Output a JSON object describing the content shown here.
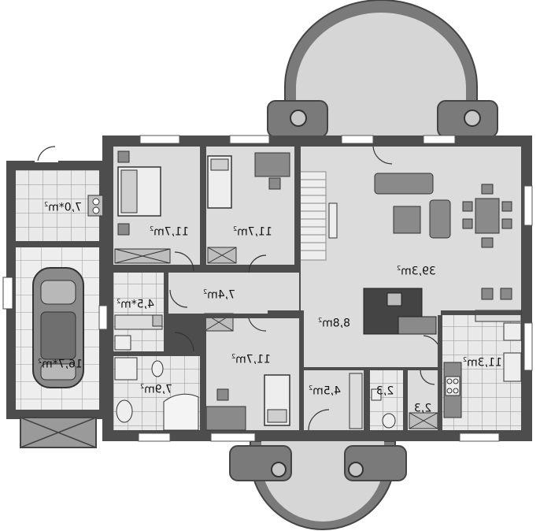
{
  "plan": {
    "mirrored": true,
    "colors": {
      "wall": "#4d4d4d",
      "floor": "#dcdcdc",
      "tile": "#e9e9e9",
      "grout": "#8f8f8f",
      "furniture": "#8a8a8a",
      "terrace": "#7a7a7a",
      "window": "#ffffff"
    },
    "rooms": [
      {
        "id": "utility",
        "area": "7,0*m",
        "unit_sup": "2"
      },
      {
        "id": "garage",
        "area": "16,7*m",
        "unit_sup": "2"
      },
      {
        "id": "bedroom-1",
        "area": "11,7m",
        "unit_sup": "2"
      },
      {
        "id": "bedroom-2",
        "area": "11,7m",
        "unit_sup": "2"
      },
      {
        "id": "wardrobe",
        "area": "4,5*m",
        "unit_sup": "2"
      },
      {
        "id": "hall",
        "area": "7,4m",
        "unit_sup": "2"
      },
      {
        "id": "living-room",
        "area": "39,3m",
        "unit_sup": "2"
      },
      {
        "id": "bathroom",
        "area": "7,9m",
        "unit_sup": "2"
      },
      {
        "id": "bedroom-3",
        "area": "11,7m",
        "unit_sup": "2"
      },
      {
        "id": "vestibule",
        "area": "8,8m",
        "unit_sup": "2"
      },
      {
        "id": "entrance",
        "area": "4,5m",
        "unit_sup": "2"
      },
      {
        "id": "wc",
        "area": "2,3",
        "unit_sup": ""
      },
      {
        "id": "pantry",
        "area": "2,3",
        "unit_sup": ""
      },
      {
        "id": "kitchen",
        "area": "11,3m",
        "unit_sup": "2"
      }
    ]
  }
}
